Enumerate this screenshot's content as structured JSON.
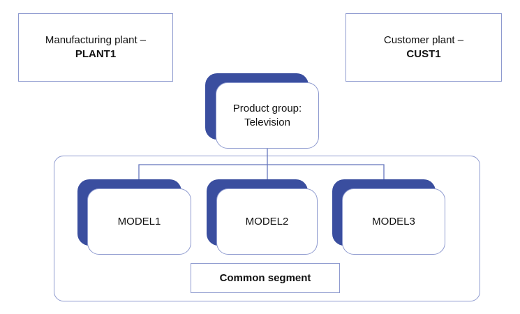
{
  "diagram": {
    "plant_box": {
      "line1": "Manufacturing plant –",
      "line2": "PLANT1"
    },
    "customer_box": {
      "line1": "Customer plant –",
      "line2": "CUST1"
    },
    "product_group": {
      "line1": "Product group:",
      "line2": "Television"
    },
    "models": [
      {
        "label": "MODEL1"
      },
      {
        "label": "MODEL2"
      },
      {
        "label": "MODEL3"
      }
    ],
    "common_segment": {
      "label": "Common segment"
    },
    "colors": {
      "shadow_blue": "#3a4e9f",
      "box_border": "#8e9acf",
      "connector_line": "#6575bc",
      "text": "#111111",
      "background": "#ffffff"
    }
  }
}
